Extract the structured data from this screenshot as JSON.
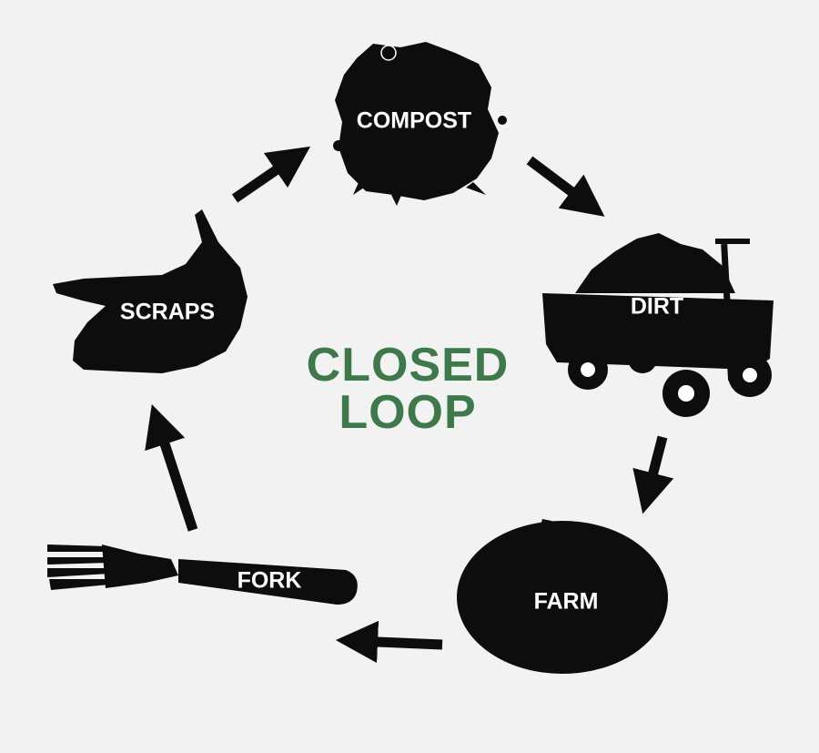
{
  "diagram": {
    "title_lines": [
      "CLOSED",
      "LOOP"
    ],
    "colors": {
      "background": "#f2f2f2",
      "silhouette": "#0d0d0d",
      "title": "#3d7a4a",
      "label": "#ffffff"
    },
    "nodes": {
      "compost": {
        "label": "COMPOST",
        "icon": "compost-pile-icon"
      },
      "dirt": {
        "label": "DIRT",
        "icon": "wagon-icon"
      },
      "farm": {
        "label": "FARM",
        "icon": "pumpkin-icon"
      },
      "fork": {
        "label": "FORK",
        "icon": "fork-icon"
      },
      "scraps": {
        "label": "SCRAPS",
        "icon": "banana-peel-icon"
      }
    },
    "cycle_order": [
      "scraps",
      "compost",
      "dirt",
      "farm",
      "fork",
      "scraps"
    ]
  }
}
